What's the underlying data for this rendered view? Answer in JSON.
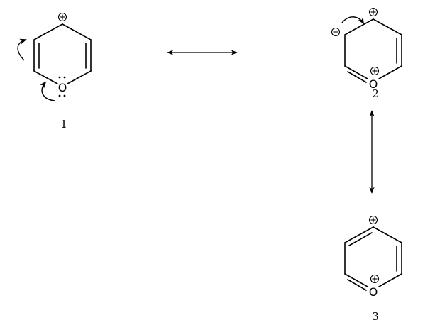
{
  "structures": [
    {
      "id": "1",
      "label": "1",
      "heteroatom": "O",
      "charges": [
        "+"
      ]
    },
    {
      "id": "2",
      "label": "2",
      "heteroatom": "O",
      "charges": [
        "+",
        "−",
        "+"
      ]
    },
    {
      "id": "3",
      "label": "3",
      "heteroatom": "O",
      "charges": [
        "+",
        "+"
      ]
    }
  ],
  "arrows": [
    {
      "type": "resonance",
      "from": "1",
      "to": "2"
    },
    {
      "type": "resonance",
      "from": "2",
      "to": "3"
    }
  ]
}
